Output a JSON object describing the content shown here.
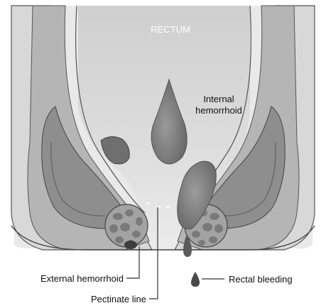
{
  "labels": {
    "rectum": "RECTUM",
    "internal_line1": "Internal",
    "internal_line2": "hemorrhoid",
    "external": "External hemorrhoid",
    "pectinate": "Pectinate line",
    "bleeding": "Rectal bleeding"
  },
  "colors": {
    "background": "#ffffff",
    "rectum_fill": "#d4d4d4",
    "wall_dark": "#8f8f8f",
    "wall_mid": "#b9b9b9",
    "muscle_fill": "#a7a7a7",
    "hemorrhoid": "#7a7a7a",
    "leader": "#333333",
    "label_text": "#111111",
    "rectum_label": "#ffffff"
  }
}
